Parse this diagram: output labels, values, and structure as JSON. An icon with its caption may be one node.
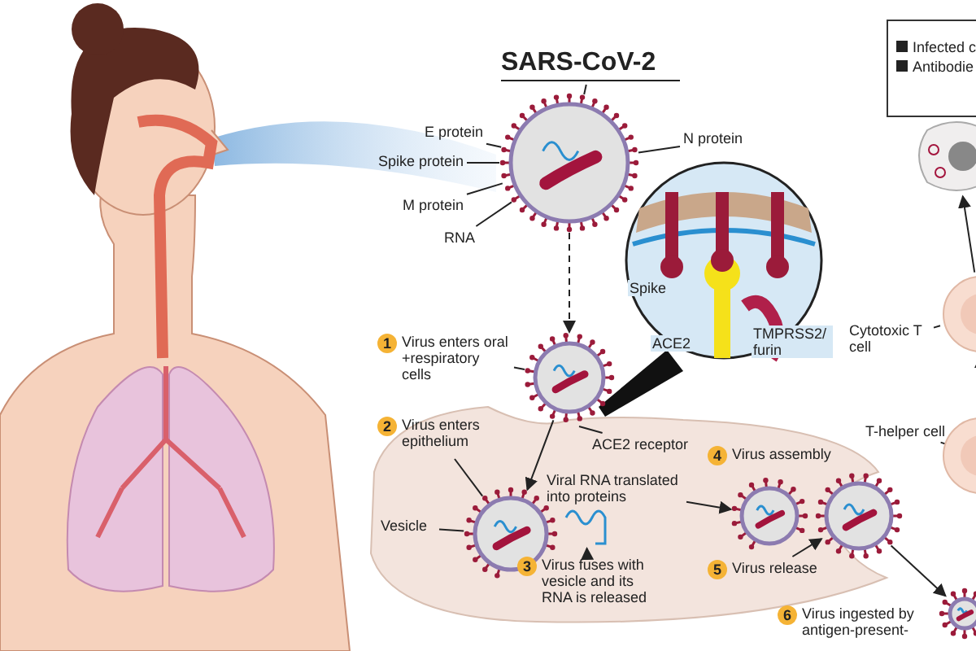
{
  "diagram": {
    "nodes": [
      {
        "text": [],
        "shape": "picture"
      },
      {
        "text": [
          "SARS-CoV-2"
        ]
      },
      {
        "text": [
          "E protein"
        ]
      },
      {
        "text": [
          "Spike protein"
        ]
      },
      {
        "text": [
          "M protein"
        ]
      },
      {
        "text": [
          "RNA"
        ]
      },
      {
        "text": [
          "N protein"
        ]
      },
      {
        "text": [],
        "shape": "circle"
      },
      {
        "text": [],
        "shape": "person"
      },
      {
        "text": [],
        "shape": "picture"
      },
      {
        "text": [
          "1",
          "Virus enters oral +respiratory cells"
        ]
      },
      {
        "text": [
          "ACE2 receptor"
        ]
      },
      {
        "text": [
          "2",
          "Virus enters epithelium"
        ]
      },
      {
        "text": [],
        "shape": "picture"
      },
      {
        "text": [
          "Vesicle"
        ]
      },
      {
        "text": [],
        "shape": "picture"
      },
      {
        "text": [
          "3",
          "Virus fuses with vesicle and its RNA is released"
        ]
      },
      {
        "text": [
          "Viral RNA translated into proteins"
        ]
      },
      {
        "text": [],
        "shape": "picture"
      },
      {
        "text": [
          "4",
          "Virus assembly"
        ]
      },
      {
        "text": [
          "5",
          "Virus release"
        ]
      },
      {
        "text": [],
        "shape": "picture"
      },
      {
        "text": [],
        "shape": "picture"
      },
      {
        "text": [
          "6",
          "Virus ingested by antigen-present-"
        ]
      },
      {
        "text": [],
        "shape": "box"
      },
      {
        "text": [],
        "shape": "picture"
      },
      {
        "text": [
          "Cytotoxic T cell"
        ]
      },
      {
        "text": [],
        "shape": "circle"
      },
      {
        "text": [
          "T-helper cell"
        ]
      },
      {
        "text": [],
        "shape": "circle"
      }
    ],
    "edges": [
      {
        "from": 1,
        "to": 0,
        "arrow": "none"
      },
      {
        "from": 2,
        "to": 0,
        "arrow": "none"
      },
      {
        "from": 3,
        "to": 0,
        "arrow": "none"
      },
      {
        "from": 4,
        "to": 0,
        "arrow": "none"
      },
      {
        "from": 5,
        "to": 0,
        "arrow": "none"
      },
      {
        "from": 6,
        "to": 0,
        "arrow": "none"
      },
      {
        "from": 0,
        "to": 9,
        "arrow": "to",
        "style": "dashed"
      },
      {
        "from": 10,
        "to": 9,
        "arrow": "none"
      },
      {
        "from": 11,
        "to": null,
        "arrow": "none"
      },
      {
        "from": 9,
        "to": 13,
        "arrow": "to"
      },
      {
        "from": 12,
        "to": 13,
        "arrow": "none"
      },
      {
        "from": 14,
        "to": 13,
        "arrow": "none"
      },
      {
        "from": 16,
        "to": 15,
        "arrow": "to"
      },
      {
        "from": 17,
        "to": 18,
        "arrow": "to"
      },
      {
        "from": 20,
        "to": 21,
        "arrow": "to"
      },
      {
        "from": 21,
        "to": 22,
        "arrow": "to"
      },
      {
        "from": 26,
        "to": 27,
        "arrow": "none"
      },
      {
        "from": 27,
        "to": 25,
        "arrow": "to"
      },
      {
        "from": 28,
        "to": 29,
        "arrow": "none"
      },
      {
        "from": 29,
        "to": 27,
        "arrow": "to"
      }
    ],
    "labels": [
      "Spike",
      "ACE2",
      "TMPRSS2/ furin"
    ],
    "legend": [
      {
        "text": "Infected c",
        "color": "#222222"
      },
      {
        "text": "Antibodie",
        "color": "#222222"
      }
    ]
  }
}
